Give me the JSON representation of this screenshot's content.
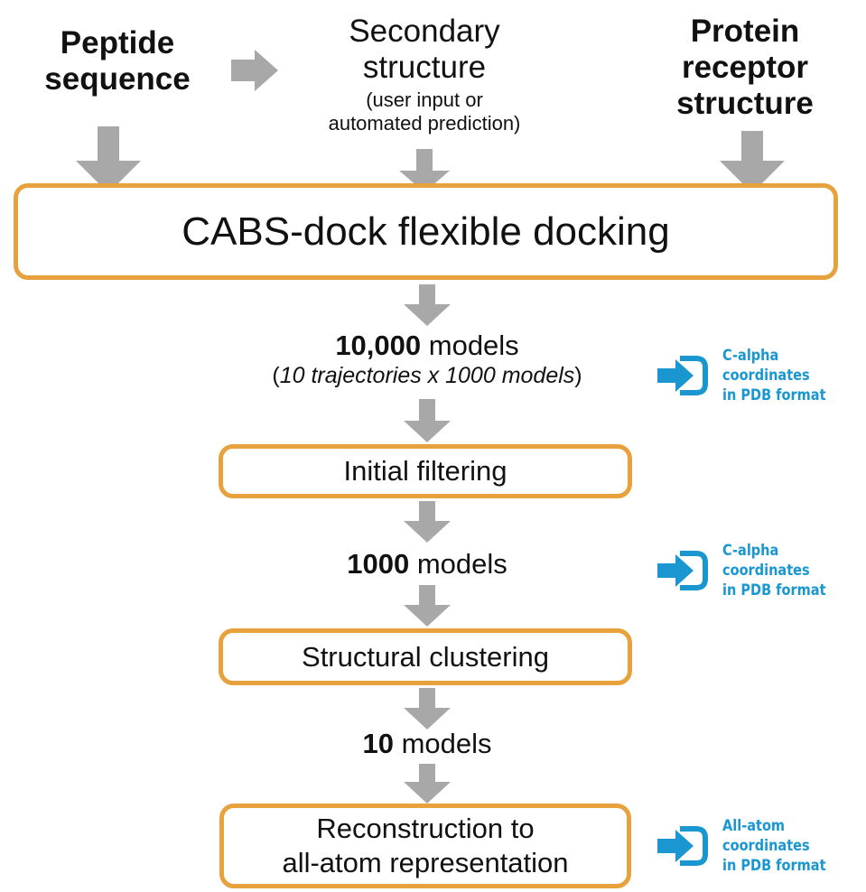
{
  "inputs": {
    "peptide": [
      "Peptide",
      "sequence"
    ],
    "secondary": [
      "Secondary",
      "structure"
    ],
    "secondary_note": [
      "(user input or",
      "automated prediction)"
    ],
    "receptor": [
      "Protein",
      "receptor",
      "structure"
    ]
  },
  "stages": {
    "docking": "CABS-dock flexible docking",
    "filtering": "Initial filtering",
    "clustering": "Structural clustering",
    "reconstruction": [
      "Reconstruction to",
      "all-atom representation"
    ]
  },
  "counts": {
    "c1_num": "10,000",
    "c1_unit": " models",
    "c1_sub_open": "(",
    "c1_sub_italic": "10 trajectories x 1000 models",
    "c1_sub_close": ")",
    "c2_num": "1000",
    "c2_unit": " models",
    "c3_num": "10",
    "c3_unit": " models"
  },
  "outputs": [
    [
      "C-alpha",
      "coordinates",
      "in PDB format"
    ],
    [
      "C-alpha",
      "coordinates",
      "in PDB format"
    ],
    [
      "All-atom",
      "coordinates",
      "in PDB format"
    ]
  ],
  "colors": {
    "box_border": "#e8a23d",
    "arrow": "#a8a8a8",
    "output": "#1a97d0"
  }
}
